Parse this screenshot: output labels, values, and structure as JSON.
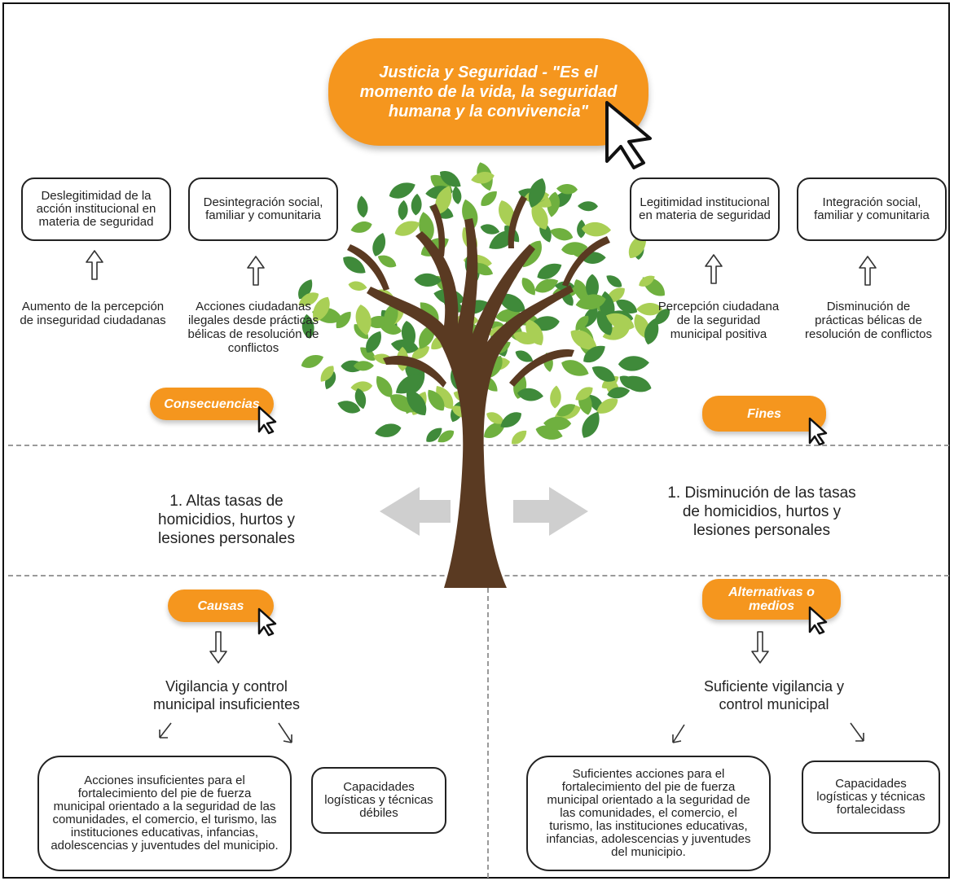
{
  "title": "Justicia y Seguridad - \"Es el momento de la vida, la seguridad humana y la convivencia\"",
  "labels": {
    "consecuencias": "Consecuencias",
    "fines": "Fines",
    "causas": "Causas",
    "alternativas": "Alternativas o medios"
  },
  "consequences": {
    "box1": "Deslegitimidad de la acción institucional en materia de seguridad",
    "box2": "Desintegración social, familiar y comunitaria",
    "text1": "Aumento de la percepción de inseguridad ciudadanas",
    "text2": "Acciones ciudadanas ilegales desde prácticas bélicas de resolución de conflictos"
  },
  "ends": {
    "box1": "Legitimidad institucional en materia de seguridad",
    "box2": "Integración social, familiar y comunitaria",
    "text1": "Percepción ciudadana de la seguridad municipal positiva",
    "text2": "Disminución de prácticas bélicas de resolución de conflictos"
  },
  "problem": {
    "line1": "1. Altas tasas de",
    "line2": "homicidios, hurtos y",
    "line3": "lesiones personales"
  },
  "objective": {
    "line1": "1. Disminución de las tasas",
    "line2": "de homicidios, hurtos y",
    "line3": "lesiones personales"
  },
  "causes": {
    "main": "Vigilancia y control municipal insuficientes",
    "box1": "Acciones insuficientes para el fortalecimiento del pie de fuerza municipal orientado a la seguridad de las comunidades, el comercio, el turismo, las instituciones educativas, infancias, adolescencias y juventudes del municipio.",
    "box2": "Capacidades logísticas y técnicas débiles"
  },
  "means": {
    "main": "Suficiente vigilancia y control municipal",
    "box1": "Suficientes acciones para el fortalecimiento del pie de fuerza municipal orientado a la seguridad de las comunidades, el comercio, el turismo, las instituciones educativas, infancias, adolescencias y juventudes del municipio.",
    "box2": "Capacidades logísticas y técnicas fortalecidass"
  },
  "colors": {
    "accent": "#f5961e",
    "trunk": "#5a3a22",
    "leaf_dark": "#3f8a3a",
    "leaf_mid": "#6fb03f",
    "leaf_light": "#a9cf55",
    "arrow_gray": "#cfcfcf"
  },
  "icons": [
    "cursor-icon",
    "arrow-up-icon",
    "arrow-down-icon",
    "arrow-left-icon",
    "arrow-right-icon",
    "tree-icon"
  ]
}
